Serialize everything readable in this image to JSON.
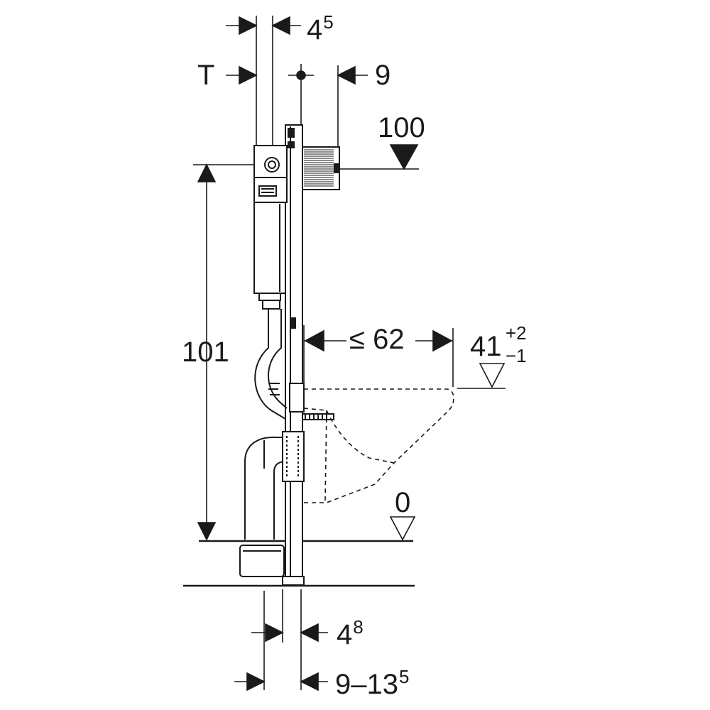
{
  "dimensions": {
    "top_offset": {
      "base": "4",
      "sup": "5"
    },
    "depth_T": "T",
    "right_offset": "9",
    "height_100": "100",
    "height_101": "101",
    "reach": "≤ 62",
    "seat_height": {
      "base": "41",
      "plus": "+2",
      "minus": "−1"
    },
    "floor_zero": "0",
    "bottom_offset": {
      "base": "4",
      "sup": "8"
    },
    "bottom_range": {
      "base": "9–13",
      "sup": "5"
    }
  },
  "colors": {
    "line": "#1a1a1a",
    "background": "#ffffff"
  }
}
